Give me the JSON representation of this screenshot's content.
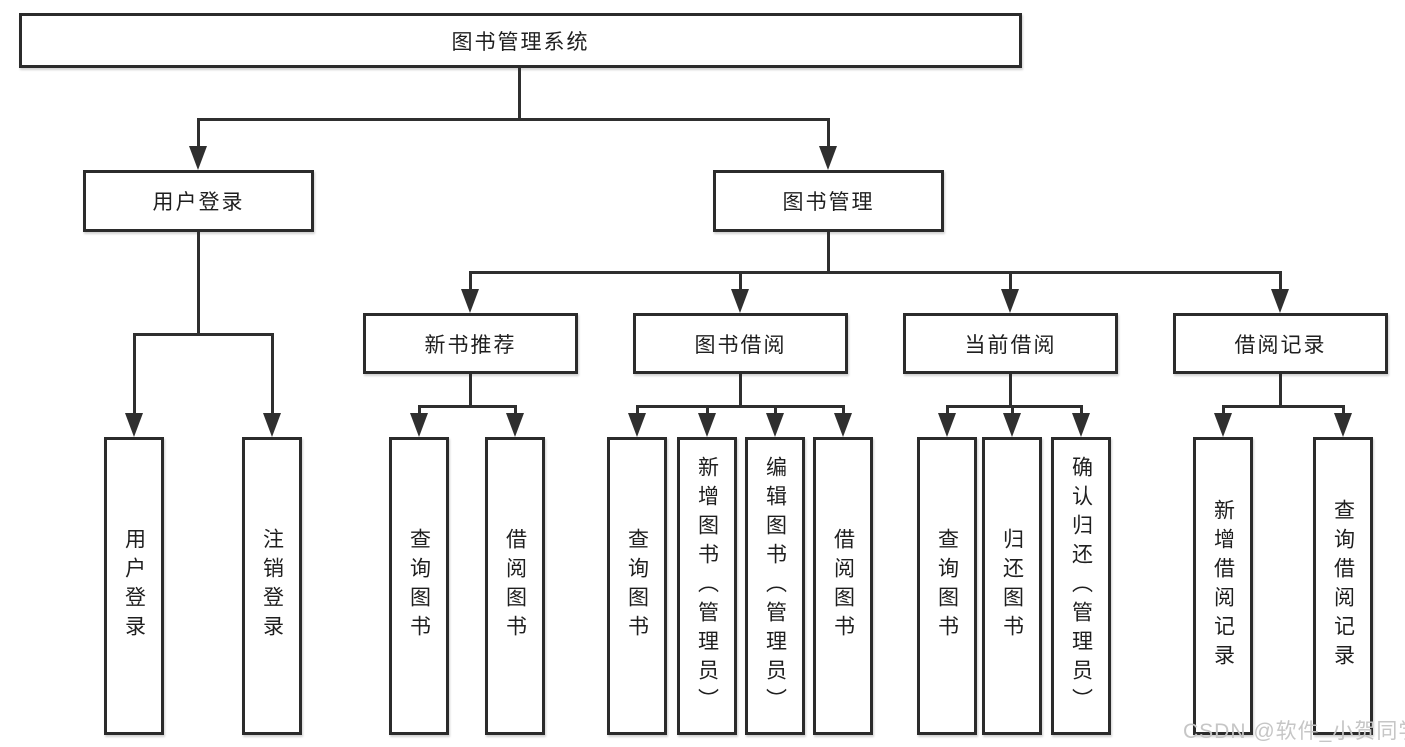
{
  "diagram": {
    "title": "图书管理系统",
    "root": "图书管理系统",
    "level2": [
      "用户登录",
      "图书管理"
    ],
    "level3": [
      "新书推荐",
      "图书借阅",
      "当前借阅",
      "借阅记录"
    ],
    "level4": [
      [
        "用户登录",
        "注销登录"
      ],
      [
        "查询图书",
        "借阅图书"
      ],
      [
        "查询图书",
        "新增图书（管理员）",
        "编辑图书（管理员）",
        "借阅图书"
      ],
      [
        "查询图书",
        "归还图书",
        "确认归还（管理员）"
      ],
      [
        "新增借阅记录",
        "查询借阅记录"
      ]
    ]
  },
  "watermark": "CSDN @软件_小贺同学",
  "colors": {
    "line": "#2f2f2f",
    "border": "#2b2b2b",
    "text": "#1f1f1f",
    "watermark": "#c6c6c6",
    "background": "#ffffff"
  }
}
